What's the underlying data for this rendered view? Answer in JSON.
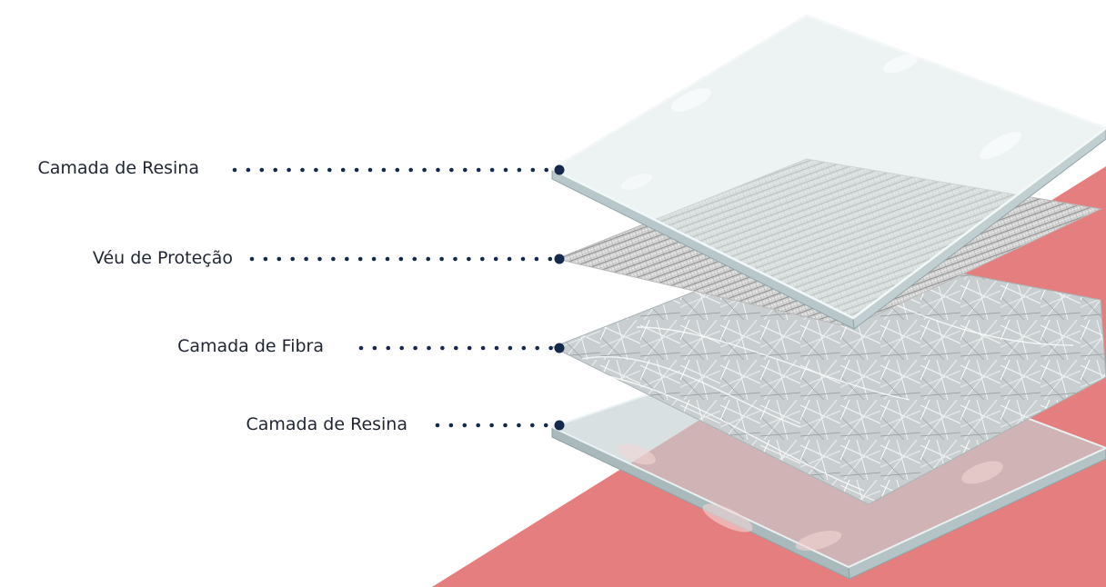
{
  "colors": {
    "background_band": "#e57f7f",
    "leader": "#15294d",
    "text": "#1f2533",
    "resin": "#dfe9ea",
    "glass_edge": "#9fb3b6"
  },
  "layers": [
    {
      "label": "Camada de Resina",
      "icon": "resin-sheet"
    },
    {
      "label": "Véu de Proteção",
      "icon": "protection-veil"
    },
    {
      "label": "Camada de Fibra",
      "icon": "fiber-mat"
    },
    {
      "label": "Camada de Resina",
      "icon": "resin-sheet"
    }
  ]
}
